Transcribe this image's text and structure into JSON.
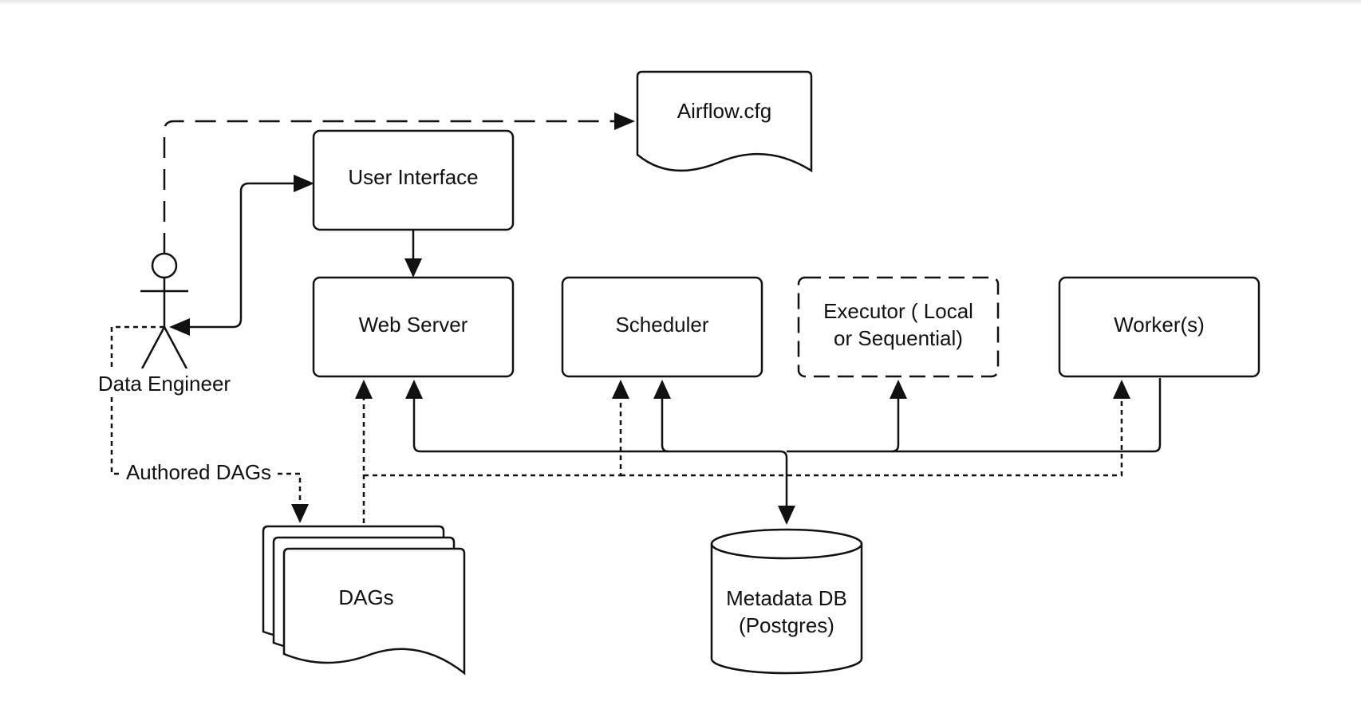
{
  "nodes": {
    "airflow_cfg": "Airflow.cfg",
    "user_interface": "User Interface",
    "web_server": "Web Server",
    "scheduler": "Scheduler",
    "executor_line1": "Executor ( Local",
    "executor_line2": "or Sequential)",
    "workers": "Worker(s)",
    "data_engineer": "Data Engineer",
    "dags": "DAGs",
    "metadata_db_line1": "Metadata DB",
    "metadata_db_line2": "(Postgres)"
  },
  "edges": {
    "authored_dags": "Authored DAGs"
  }
}
